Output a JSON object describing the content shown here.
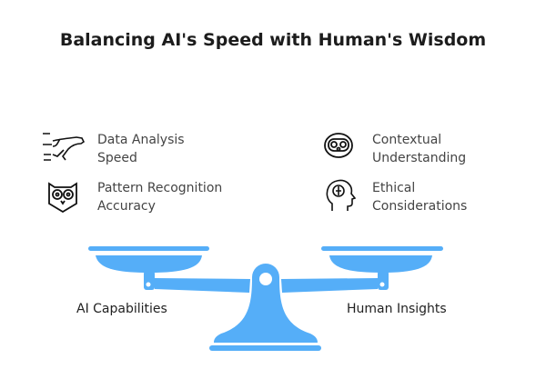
{
  "title": "Balancing AI's Speed with Human's Wisdom",
  "left": {
    "label": "AI Capabilities",
    "items": [
      {
        "line1": "Data Analysis",
        "line2": "Speed",
        "icon": "cheetah-icon"
      },
      {
        "line1": "Pattern Recognition",
        "line2": "Accuracy",
        "icon": "owl-icon"
      }
    ]
  },
  "right": {
    "label": "Human Insights",
    "items": [
      {
        "line1": "Contextual",
        "line2": "Understanding",
        "icon": "owl-icon"
      },
      {
        "line1": "Ethical",
        "line2": "Considerations",
        "icon": "head-brain-icon"
      }
    ]
  },
  "colors": {
    "scale": "#55aef8"
  }
}
